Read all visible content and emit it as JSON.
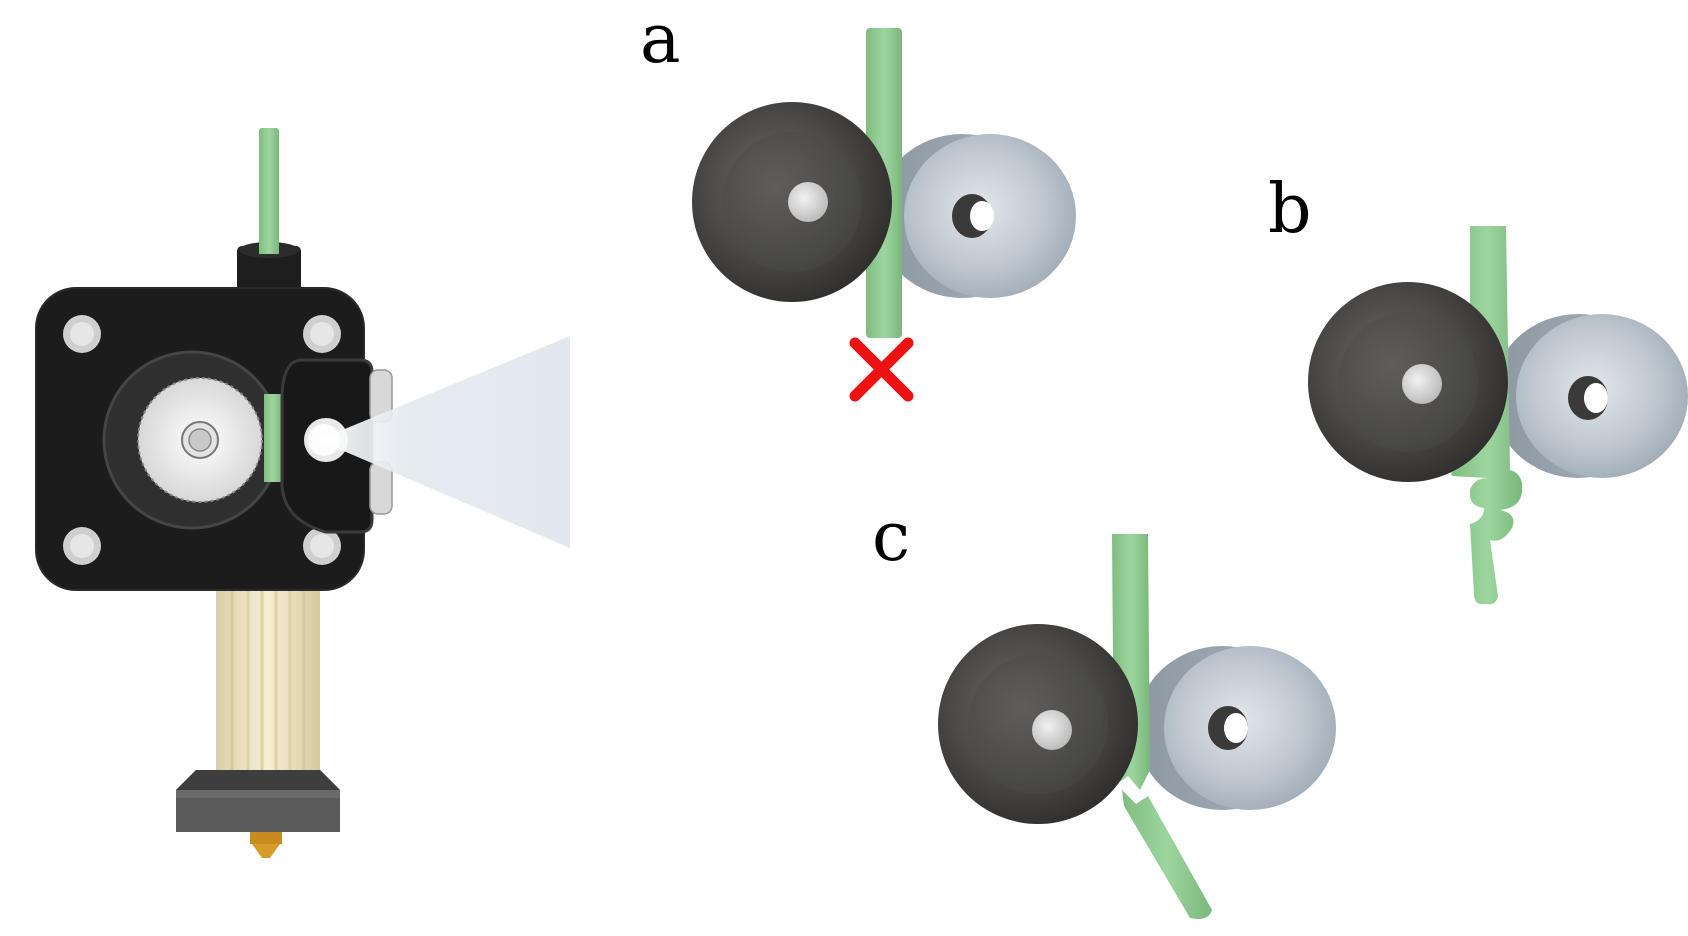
{
  "panels": {
    "a": {
      "label": "a"
    },
    "b": {
      "label": "b"
    },
    "c": {
      "label": "c"
    }
  },
  "colors": {
    "filament": "#8fc98f",
    "filament_dark": "#6aa86a",
    "drive_gear": "#3b3a39",
    "idler_bearing": "#b8c2cc",
    "extruder_body": "#1c1c1c",
    "heat_break": "#efe6c3",
    "heater_block": "#5a5a5a",
    "nozzle": "#d79b2a",
    "error_mark": "#ee1111",
    "sensor_beam": "#e8edf2"
  },
  "icons": {
    "error_mark": "red-cross-icon"
  }
}
